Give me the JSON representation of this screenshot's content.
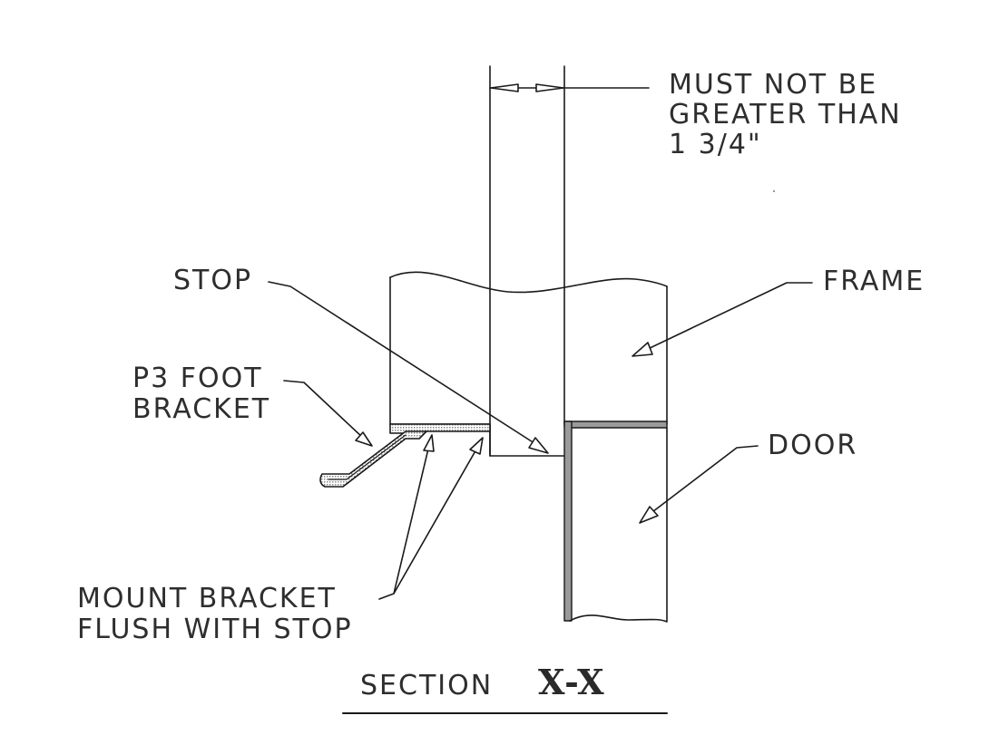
{
  "labels": {
    "dimension": [
      "MUST NOT BE",
      "GREATER THAN",
      "1 3/4\""
    ],
    "stop": "STOP",
    "frame": "FRAME",
    "door": "DOOR",
    "foot_bracket": [
      "P3 FOOT",
      "BRACKET"
    ],
    "mount_bracket": [
      "MOUNT BRACKET",
      "FLUSH WITH STOP"
    ],
    "section_prefix": "SECTION",
    "section_id": "X-X"
  },
  "colors": {
    "line": "#1a1a1a",
    "text": "#2e2e2e",
    "fill": "#9a9a9a"
  }
}
